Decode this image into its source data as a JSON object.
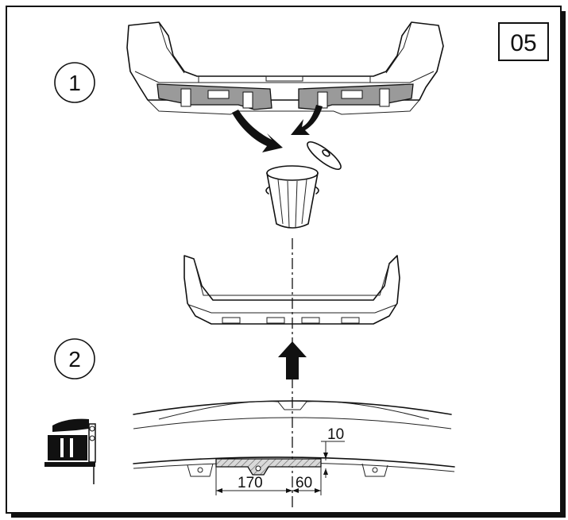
{
  "panel": {
    "badge": "05",
    "step1": "1",
    "step2": "2"
  },
  "dimensions": {
    "left_width": "170",
    "right_width": "60",
    "height": "10"
  },
  "icons": [
    "bumper-icon",
    "trash-bin-icon",
    "down-arrow-icon",
    "up-arrow-icon",
    "cutting-tool-icon"
  ],
  "colors": {
    "ink": "#111111",
    "paper": "#ffffff",
    "hatch": "#bdbdbd"
  }
}
